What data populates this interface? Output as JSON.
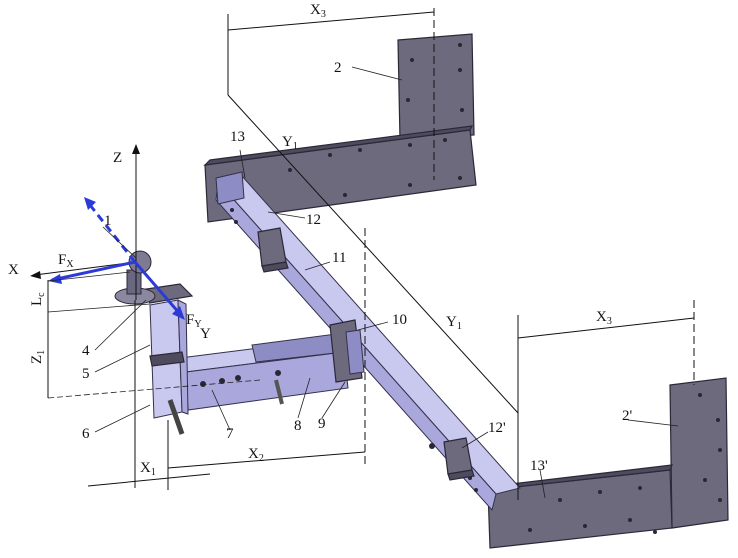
{
  "labels": {
    "part_1": "1",
    "part_2": "2",
    "part_2p": "2'",
    "part_4": "4",
    "part_5": "5",
    "part_6": "6",
    "part_7": "7",
    "part_8": "8",
    "part_9": "9",
    "part_10": "10",
    "part_11": "11",
    "part_12": "12",
    "part_12p": "12'",
    "part_13": "13",
    "part_13p": "13'"
  },
  "axes": {
    "x": "X",
    "y": "Y",
    "z": "Z"
  },
  "forces": {
    "fx": "F",
    "fx_sub": "X",
    "fy": "F",
    "fy_sub": "Y"
  },
  "dimensions": {
    "x1": "X",
    "x1_sub": "1",
    "x2": "X",
    "x2_sub": "2",
    "x3": "X",
    "x3_sub": "3",
    "y1": "Y",
    "y1_sub": "1",
    "z1": "Z",
    "z1_sub": "1",
    "lc": "L",
    "lc_sub": "c"
  },
  "colors": {
    "force_arrows": "#2c3bd6",
    "plates": "#6e6a7e",
    "beam": "#c9c8ef"
  }
}
